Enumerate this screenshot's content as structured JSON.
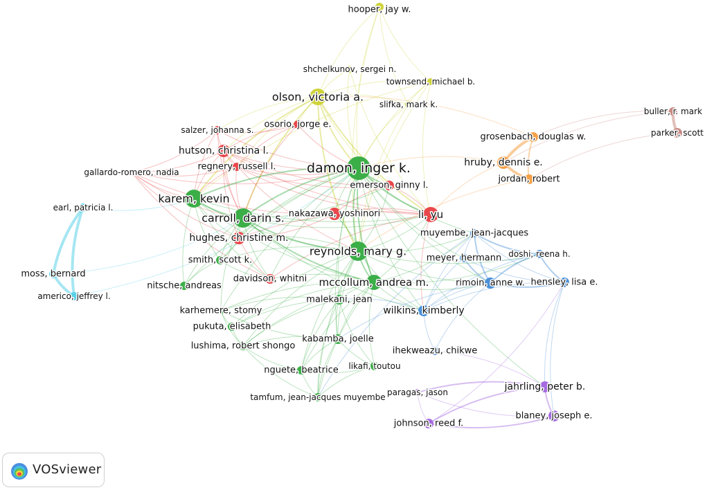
{
  "app": {
    "name": "VOSviewer"
  },
  "cluster_colors": {
    "red": "#e8474b",
    "green": "#3cae48",
    "yellow": "#cfd33a",
    "orange": "#f5a148",
    "blue": "#4a90d8",
    "cyan": "#5bd1e8",
    "purple": "#a56be0",
    "brown": "#c98a84"
  },
  "nodes": [
    {
      "id": "hooper",
      "label": "hooper, jay w.",
      "cluster": "yellow"
    },
    {
      "id": "shchelkunov",
      "label": "shchelkunov, sergei n.",
      "cluster": "yellow"
    },
    {
      "id": "townsend",
      "label": "townsend, michael b.",
      "cluster": "yellow"
    },
    {
      "id": "olson",
      "label": "olson, victoria a.",
      "cluster": "yellow"
    },
    {
      "id": "slifka",
      "label": "slifka, mark k.",
      "cluster": "yellow"
    },
    {
      "id": "buller",
      "label": "buller, r. mark",
      "cluster": "brown"
    },
    {
      "id": "parker",
      "label": "parker, scott",
      "cluster": "brown"
    },
    {
      "id": "salzer",
      "label": "salzer, johanna s.",
      "cluster": "red"
    },
    {
      "id": "osorio",
      "label": "osorio, jorge e.",
      "cluster": "red"
    },
    {
      "id": "grosenbach",
      "label": "grosenbach, douglas w.",
      "cluster": "orange"
    },
    {
      "id": "hutson",
      "label": "hutson, christina l.",
      "cluster": "red"
    },
    {
      "id": "regnery",
      "label": "regnery, russell l.",
      "cluster": "red"
    },
    {
      "id": "gallardo",
      "label": "gallardo-romero, nadia",
      "cluster": "red"
    },
    {
      "id": "damon",
      "label": "damon, inger k.",
      "cluster": "green"
    },
    {
      "id": "hruby",
      "label": "hruby, dennis e.",
      "cluster": "orange"
    },
    {
      "id": "jordan",
      "label": "jordan, robert",
      "cluster": "orange"
    },
    {
      "id": "emerson",
      "label": "emerson, ginny l.",
      "cluster": "red"
    },
    {
      "id": "karem",
      "label": "karem, kevin",
      "cluster": "green"
    },
    {
      "id": "earl",
      "label": "earl, patricia l.",
      "cluster": "cyan"
    },
    {
      "id": "carroll",
      "label": "carroll, darin s.",
      "cluster": "green"
    },
    {
      "id": "nakazawa",
      "label": "nakazawa, yoshinori",
      "cluster": "red"
    },
    {
      "id": "li",
      "label": "li, yu",
      "cluster": "red"
    },
    {
      "id": "muyembe",
      "label": "muyembe, jean-jacques",
      "cluster": "blue"
    },
    {
      "id": "hughes",
      "label": "hughes, christine m.",
      "cluster": "red"
    },
    {
      "id": "reynolds",
      "label": "reynolds, mary g.",
      "cluster": "green"
    },
    {
      "id": "doshi",
      "label": "doshi, reena h.",
      "cluster": "blue"
    },
    {
      "id": "meyer",
      "label": "meyer, hermann",
      "cluster": "blue"
    },
    {
      "id": "smith",
      "label": "smith, scott k.",
      "cluster": "green"
    },
    {
      "id": "moss",
      "label": "moss, bernard",
      "cluster": "cyan"
    },
    {
      "id": "davidson",
      "label": "davidson, whitni",
      "cluster": "red"
    },
    {
      "id": "mccollum",
      "label": "mccollum, andrea m.",
      "cluster": "green"
    },
    {
      "id": "rimoin",
      "label": "rimoin, anne w.",
      "cluster": "blue"
    },
    {
      "id": "hensley",
      "label": "hensley, lisa e.",
      "cluster": "blue"
    },
    {
      "id": "nitsche",
      "label": "nitsche, andreas",
      "cluster": "green"
    },
    {
      "id": "americo",
      "label": "americo, jeffrey l.",
      "cluster": "cyan"
    },
    {
      "id": "malekani",
      "label": "malekani, jean",
      "cluster": "green"
    },
    {
      "id": "karhemere",
      "label": "karhemere, stomy",
      "cluster": "green"
    },
    {
      "id": "wilkins",
      "label": "wilkins, kimberly",
      "cluster": "blue"
    },
    {
      "id": "pukuta",
      "label": "pukuta, elisabeth",
      "cluster": "green"
    },
    {
      "id": "kabamba",
      "label": "kabamba, joelle",
      "cluster": "green"
    },
    {
      "id": "lushima",
      "label": "lushima, robert shongo",
      "cluster": "green"
    },
    {
      "id": "ihekweazu",
      "label": "ihekweazu, chikwe",
      "cluster": "blue"
    },
    {
      "id": "likafi",
      "label": "likafi, toutou",
      "cluster": "green"
    },
    {
      "id": "nguete",
      "label": "nguete, beatrice",
      "cluster": "green"
    },
    {
      "id": "jahrling",
      "label": "jahrling, peter b.",
      "cluster": "purple"
    },
    {
      "id": "paragas",
      "label": "paragas, jason",
      "cluster": "purple"
    },
    {
      "id": "tamfum",
      "label": "tamfum, jean-jacques muyembe",
      "cluster": "green"
    },
    {
      "id": "blaney",
      "label": "blaney, joseph e.",
      "cluster": "purple"
    },
    {
      "id": "johnson",
      "label": "johnson, reed f.",
      "cluster": "purple"
    }
  ],
  "links": [
    [
      "earl",
      "moss",
      3
    ],
    [
      "earl",
      "americo",
      3
    ],
    [
      "moss",
      "americo",
      3
    ],
    [
      "earl",
      "karem",
      1
    ],
    [
      "moss",
      "carroll",
      1
    ],
    [
      "americo",
      "damon",
      1
    ],
    [
      "buller",
      "parker",
      3
    ],
    [
      "buller",
      "hruby",
      1
    ],
    [
      "parker",
      "jordan",
      1
    ],
    [
      "buller",
      "grosenbach",
      1
    ],
    [
      "grosenbach",
      "hruby",
      3
    ],
    [
      "grosenbach",
      "jordan",
      2
    ],
    [
      "hruby",
      "jordan",
      3
    ],
    [
      "hruby",
      "damon",
      1
    ],
    [
      "jordan",
      "reynolds",
      1
    ],
    [
      "grosenbach",
      "olson",
      1
    ],
    [
      "hruby",
      "li",
      1
    ],
    [
      "hooper",
      "olson",
      1
    ],
    [
      "hooper",
      "townsend",
      1
    ],
    [
      "hooper",
      "slifka",
      1
    ],
    [
      "hooper",
      "damon",
      1
    ],
    [
      "hooper",
      "reynolds",
      1
    ],
    [
      "shchelkunov",
      "olson",
      1
    ],
    [
      "shchelkunov",
      "damon",
      1
    ],
    [
      "shchelkunov",
      "li",
      1
    ],
    [
      "townsend",
      "olson",
      1
    ],
    [
      "townsend",
      "slifka",
      1
    ],
    [
      "townsend",
      "damon",
      1
    ],
    [
      "townsend",
      "reynolds",
      1
    ],
    [
      "townsend",
      "li",
      1
    ],
    [
      "townsend",
      "karem",
      1
    ],
    [
      "slifka",
      "olson",
      1
    ],
    [
      "slifka",
      "damon",
      1
    ],
    [
      "slifka",
      "reynolds",
      1
    ],
    [
      "olson",
      "damon",
      2
    ],
    [
      "olson",
      "li",
      2
    ],
    [
      "olson",
      "karem",
      2
    ],
    [
      "olson",
      "carroll",
      2
    ],
    [
      "olson",
      "reynolds",
      2
    ],
    [
      "olson",
      "hutson",
      1
    ],
    [
      "olson",
      "emerson",
      1
    ],
    [
      "olson",
      "regnery",
      1
    ],
    [
      "olson",
      "salzer",
      1
    ],
    [
      "olson",
      "osorio",
      1
    ],
    [
      "salzer",
      "hutson",
      1
    ],
    [
      "salzer",
      "carroll",
      1
    ],
    [
      "salzer",
      "karem",
      1
    ],
    [
      "salzer",
      "osorio",
      1
    ],
    [
      "salzer",
      "damon",
      1
    ],
    [
      "osorio",
      "hutson",
      1
    ],
    [
      "osorio",
      "damon",
      1
    ],
    [
      "osorio",
      "carroll",
      1
    ],
    [
      "osorio",
      "regnery",
      1
    ],
    [
      "hutson",
      "damon",
      1
    ],
    [
      "hutson",
      "carroll",
      1
    ],
    [
      "hutson",
      "karem",
      1
    ],
    [
      "hutson",
      "regnery",
      1
    ],
    [
      "hutson",
      "reynolds",
      1
    ],
    [
      "hutson",
      "li",
      1
    ],
    [
      "hutson",
      "emerson",
      1
    ],
    [
      "hutson",
      "hughes",
      1
    ],
    [
      "regnery",
      "damon",
      1
    ],
    [
      "regnery",
      "carroll",
      1
    ],
    [
      "regnery",
      "karem",
      1
    ],
    [
      "regnery",
      "li",
      1
    ],
    [
      "regnery",
      "emerson",
      1
    ],
    [
      "gallardo",
      "hutson",
      1
    ],
    [
      "gallardo",
      "salzer",
      1
    ],
    [
      "gallardo",
      "carroll",
      1
    ],
    [
      "gallardo",
      "karem",
      1
    ],
    [
      "gallardo",
      "damon",
      1
    ],
    [
      "gallardo",
      "hughes",
      1
    ],
    [
      "gallardo",
      "davidson",
      1
    ],
    [
      "gallardo",
      "regnery",
      1
    ],
    [
      "gallardo",
      "nakazawa",
      1
    ],
    [
      "damon",
      "karem",
      2
    ],
    [
      "damon",
      "carroll",
      2
    ],
    [
      "damon",
      "reynolds",
      2
    ],
    [
      "damon",
      "mccollum",
      2
    ],
    [
      "damon",
      "li",
      2
    ],
    [
      "damon",
      "emerson",
      2
    ],
    [
      "damon",
      "nakazawa",
      1
    ],
    [
      "damon",
      "hughes",
      1
    ],
    [
      "damon",
      "smith",
      1
    ],
    [
      "damon",
      "davidson",
      1
    ],
    [
      "damon",
      "nitsche",
      1
    ],
    [
      "damon",
      "wilkins",
      1
    ],
    [
      "damon",
      "malekani",
      1
    ],
    [
      "damon",
      "kabamba",
      1
    ],
    [
      "damon",
      "karhemere",
      1
    ],
    [
      "damon",
      "muyembe",
      1
    ],
    [
      "damon",
      "rimoin",
      1
    ],
    [
      "damon",
      "meyer",
      1
    ],
    [
      "damon",
      "jahrling",
      1
    ],
    [
      "karem",
      "carroll",
      2
    ],
    [
      "karem",
      "reynolds",
      1
    ],
    [
      "karem",
      "hughes",
      1
    ],
    [
      "karem",
      "smith",
      1
    ],
    [
      "karem",
      "davidson",
      1
    ],
    [
      "karem",
      "nitsche",
      1
    ],
    [
      "karem",
      "li",
      1
    ],
    [
      "karem",
      "mccollum",
      1
    ],
    [
      "carroll",
      "reynolds",
      2
    ],
    [
      "carroll",
      "mccollum",
      2
    ],
    [
      "carroll",
      "hughes",
      1
    ],
    [
      "carroll",
      "smith",
      1
    ],
    [
      "carroll",
      "nakazawa",
      1
    ],
    [
      "carroll",
      "li",
      1
    ],
    [
      "carroll",
      "emerson",
      1
    ],
    [
      "carroll",
      "davidson",
      1
    ],
    [
      "carroll",
      "nitsche",
      1
    ],
    [
      "carroll",
      "karhemere",
      1
    ],
    [
      "carroll",
      "wilkins",
      1
    ],
    [
      "reynolds",
      "mccollum",
      2
    ],
    [
      "reynolds",
      "li",
      1
    ],
    [
      "reynolds",
      "nakazawa",
      1
    ],
    [
      "reynolds",
      "emerson",
      1
    ],
    [
      "reynolds",
      "hughes",
      1
    ],
    [
      "reynolds",
      "malekani",
      1
    ],
    [
      "reynolds",
      "kabamba",
      1
    ],
    [
      "reynolds",
      "wilkins",
      1
    ],
    [
      "reynolds",
      "muyembe",
      1
    ],
    [
      "reynolds",
      "doshi",
      1
    ],
    [
      "reynolds",
      "rimoin",
      1
    ],
    [
      "reynolds",
      "smith",
      1
    ],
    [
      "reynolds",
      "pukuta",
      1
    ],
    [
      "reynolds",
      "lushima",
      1
    ],
    [
      "reynolds",
      "nguete",
      1
    ],
    [
      "reynolds",
      "tamfum",
      1
    ],
    [
      "mccollum",
      "li",
      1
    ],
    [
      "mccollum",
      "wilkins",
      1
    ],
    [
      "mccollum",
      "malekani",
      1
    ],
    [
      "mccollum",
      "kabamba",
      1
    ],
    [
      "mccollum",
      "karhemere",
      1
    ],
    [
      "mccollum",
      "likafi",
      1
    ],
    [
      "mccollum",
      "nguete",
      1
    ],
    [
      "mccollum",
      "tamfum",
      1
    ],
    [
      "mccollum",
      "pukuta",
      1
    ],
    [
      "mccollum",
      "lushima",
      1
    ],
    [
      "mccollum",
      "doshi",
      1
    ],
    [
      "mccollum",
      "rimoin",
      1
    ],
    [
      "mccollum",
      "muyembe",
      1
    ],
    [
      "mccollum",
      "nakazawa",
      1
    ],
    [
      "mccollum",
      "davidson",
      1
    ],
    [
      "li",
      "emerson",
      1
    ],
    [
      "li",
      "nakazawa",
      1
    ],
    [
      "li",
      "hughes",
      1
    ],
    [
      "li",
      "davidson",
      1
    ],
    [
      "li",
      "wilkins",
      1
    ],
    [
      "muyembe",
      "rimoin",
      2
    ],
    [
      "muyembe",
      "doshi",
      2
    ],
    [
      "muyembe",
      "hensley",
      1
    ],
    [
      "muyembe",
      "meyer",
      1
    ],
    [
      "muyembe",
      "wilkins",
      1
    ],
    [
      "muyembe",
      "tamfum",
      1
    ],
    [
      "meyer",
      "rimoin",
      2
    ],
    [
      "meyer",
      "doshi",
      1
    ],
    [
      "meyer",
      "hensley",
      1
    ],
    [
      "meyer",
      "wilkins",
      1
    ],
    [
      "doshi",
      "rimoin",
      2
    ],
    [
      "doshi",
      "hensley",
      2
    ],
    [
      "doshi",
      "wilkins",
      1
    ],
    [
      "rimoin",
      "hensley",
      2
    ],
    [
      "rimoin",
      "wilkins",
      1
    ],
    [
      "rimoin",
      "ihekweazu",
      1
    ],
    [
      "rimoin",
      "kabamba",
      1
    ],
    [
      "hensley",
      "jahrling",
      1
    ],
    [
      "hensley",
      "blaney",
      1
    ],
    [
      "hensley",
      "wilkins",
      1
    ],
    [
      "wilkins",
      "ihekweazu",
      1
    ],
    [
      "wilkins",
      "malekani",
      1
    ],
    [
      "jahrling",
      "paragas",
      2
    ],
    [
      "jahrling",
      "blaney",
      2
    ],
    [
      "jahrling",
      "johnson",
      2
    ],
    [
      "paragas",
      "johnson",
      1
    ],
    [
      "paragas",
      "blaney",
      1
    ],
    [
      "johnson",
      "blaney",
      2
    ],
    [
      "johnson",
      "hensley",
      1
    ],
    [
      "jahrling",
      "ihekweazu",
      1
    ],
    [
      "smith",
      "hughes",
      1
    ],
    [
      "smith",
      "nitsche",
      1
    ],
    [
      "smith",
      "davidson",
      1
    ],
    [
      "malekani",
      "karhemere",
      1
    ],
    [
      "malekani",
      "kabamba",
      1
    ],
    [
      "malekani",
      "pukuta",
      1
    ],
    [
      "malekani",
      "lushima",
      1
    ],
    [
      "malekani",
      "nguete",
      1
    ],
    [
      "malekani",
      "tamfum",
      1
    ],
    [
      "malekani",
      "likafi",
      1
    ],
    [
      "karhemere",
      "pukuta",
      1
    ],
    [
      "karhemere",
      "kabamba",
      1
    ],
    [
      "karhemere",
      "lushima",
      1
    ],
    [
      "kabamba",
      "likafi",
      1
    ],
    [
      "kabamba",
      "nguete",
      1
    ],
    [
      "kabamba",
      "tamfum",
      1
    ],
    [
      "kabamba",
      "lushima",
      1
    ],
    [
      "pukuta",
      "lushima",
      1
    ],
    [
      "lushima",
      "nguete",
      1
    ],
    [
      "lushima",
      "tamfum",
      1
    ],
    [
      "nguete",
      "tamfum",
      1
    ],
    [
      "nguete",
      "likafi",
      1
    ],
    [
      "likafi",
      "tamfum",
      1
    ],
    [
      "hughes",
      "davidson",
      1
    ],
    [
      "hughes",
      "nakazawa",
      1
    ],
    [
      "emerson",
      "nakazawa",
      1
    ]
  ]
}
